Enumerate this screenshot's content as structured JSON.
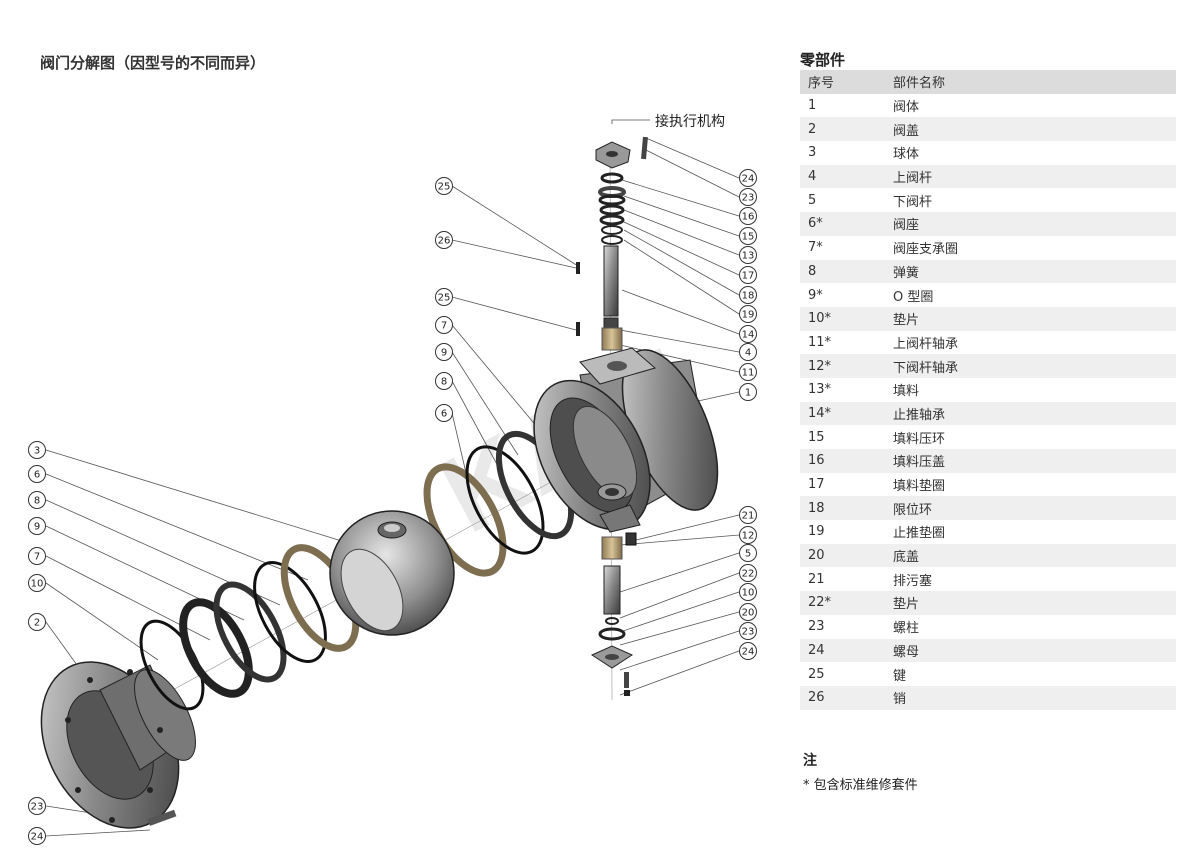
{
  "diagram": {
    "title": "阀门分解图（因型号的不同而异）",
    "actuator_label": "接执行机构",
    "watermark": "KAIE",
    "callouts": [
      "25",
      "26",
      "25",
      "7",
      "9",
      "8",
      "6",
      "3",
      "6",
      "8",
      "9",
      "7",
      "10",
      "2",
      "23",
      "24",
      "24",
      "23",
      "16",
      "15",
      "13",
      "17",
      "18",
      "19",
      "14",
      "4",
      "11",
      "1",
      "21",
      "12",
      "5",
      "22",
      "10",
      "20",
      "23",
      "24"
    ]
  },
  "parts_table": {
    "title": "零部件",
    "headers": [
      "序号",
      "部件名称"
    ],
    "rows": [
      [
        "1",
        "阀体"
      ],
      [
        "2",
        "阀盖"
      ],
      [
        "3",
        "球体"
      ],
      [
        "4",
        "上阀杆"
      ],
      [
        "5",
        "下阀杆"
      ],
      [
        "6*",
        "阀座"
      ],
      [
        "7*",
        "阀座支承圈"
      ],
      [
        "8",
        "弹簧"
      ],
      [
        "9*",
        "O 型圈"
      ],
      [
        "10*",
        "垫片"
      ],
      [
        "11*",
        "上阀杆轴承"
      ],
      [
        "12*",
        "下阀杆轴承"
      ],
      [
        "13*",
        "填料"
      ],
      [
        "14*",
        "止推轴承"
      ],
      [
        "15",
        "填料压环"
      ],
      [
        "16",
        "填料压盖"
      ],
      [
        "17",
        "填料垫圈"
      ],
      [
        "18",
        "限位环"
      ],
      [
        "19",
        "止推垫圈"
      ],
      [
        "20",
        "底盖"
      ],
      [
        "21",
        "排污塞"
      ],
      [
        "22*",
        "垫片"
      ],
      [
        "23",
        "螺柱"
      ],
      [
        "24",
        "螺母"
      ],
      [
        "25",
        "键"
      ],
      [
        "26",
        "销"
      ]
    ]
  },
  "note": {
    "title": "注",
    "text": "* 包含标准维修套件"
  }
}
